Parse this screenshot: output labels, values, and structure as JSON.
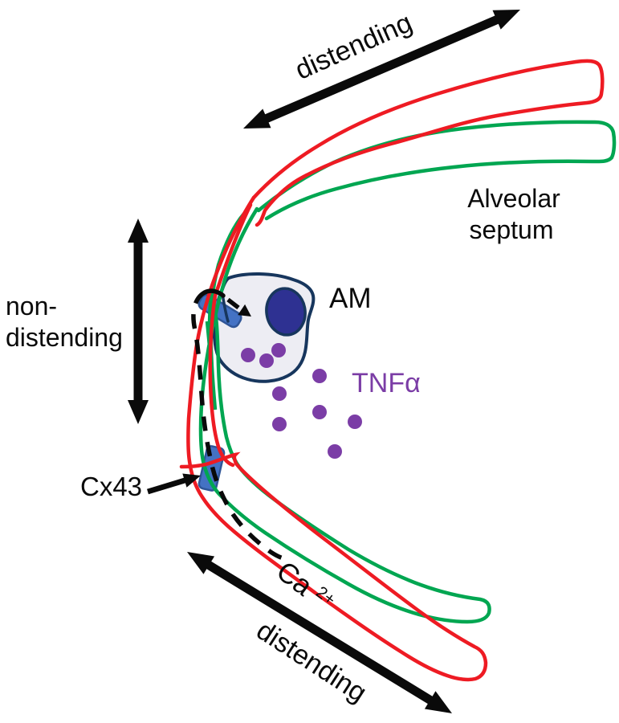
{
  "figure": {
    "labels": {
      "distending_top": "distending",
      "distending_bottom": "distending",
      "non_distending": [
        "non-",
        "distending"
      ],
      "alveolar_septum": [
        "Alveolar",
        "septum"
      ],
      "am": "AM",
      "tnfa": "TNFα",
      "cx43": "Cx43",
      "ca_base": "Ca",
      "ca_superscript": "2+"
    },
    "colors": {
      "septum_red": "#ee1b23",
      "septum_green": "#00a651",
      "channel_blue_fill": "#4472c4",
      "channel_blue_stroke": "#2f5597",
      "cell_fill": "#ededf3",
      "cell_stroke": "#17365d",
      "nucleus_fill": "#2e3192",
      "tnfa_purple": "#7b3da6",
      "ink_black": "#0a0a0a"
    },
    "tnfa_dot_count": 9
  }
}
